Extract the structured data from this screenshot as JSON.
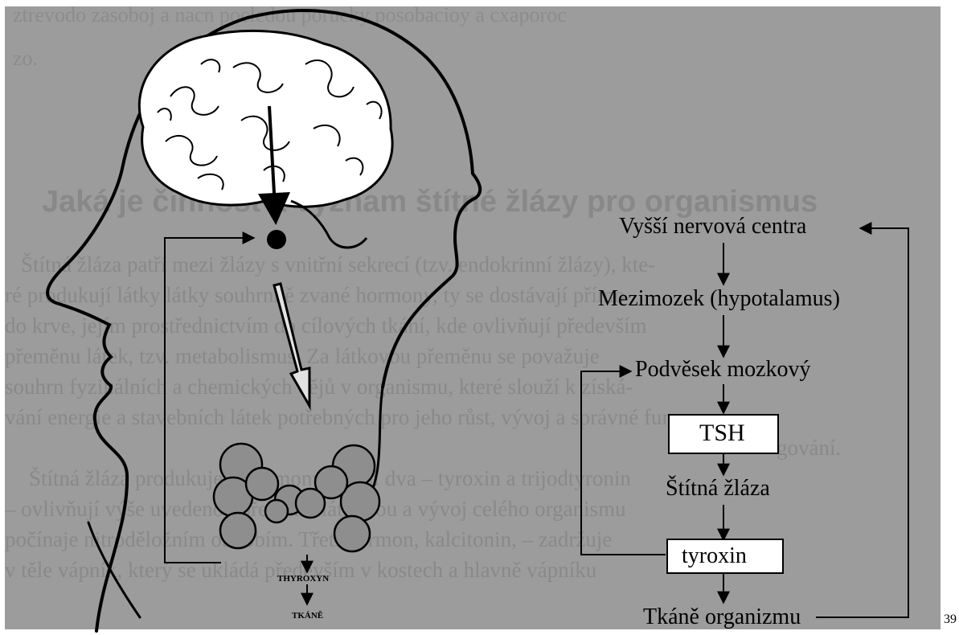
{
  "page_number": "39",
  "background_text": {
    "heading": "Jaká je činnost a význam štítné žlázy pro organismus",
    "top_lines": [
      "ztrevodo zasoboj a nacn pocledou porucky posobacioy a cxaporoc",
      "zo."
    ],
    "paragraph": [
      "Štítná žláza patří mezi žlázy s vnitřní sekrecí (tzv. endokrinní žlázy), kte-",
      "ré produkují látky látky souhrnně zvané hormony, ty se dostávají přímo",
      "do krve, jejím prostřednictvím do cílových tkání, kde ovlivňují především",
      "přeměnu látek, tzv. metabolismus. Za látkovou přeměnu se považuje",
      "souhrn fyzikálních a chemických dějů v organismu, které slouží k získá-",
      "vání energie a stavebních látek potřebných pro jeho růst, vývoj a správné fun-",
      "gování.",
      "Štítná žláza produkuje 3 hormony. První dva – tyroxin a trijodtyronin",
      "– ovlivňují výše uvedenou přeměnu látkovou a vývoj celého organismu",
      "počínaje nitroděložním obdobím. Třetí hormon, kalcitonin, – zadržuje",
      "v těle vápník, který se ukládá především v kostech a hlavně vápníku"
    ]
  },
  "diagram": {
    "flow_labels": {
      "higher_centers": "Vyšší nervová centra",
      "hypothalamus": "Mezimozek (hypotalamus)",
      "pituitary": "Podvěsek mozkový",
      "tsh": "TSH",
      "thyroid": "Štítná žláza",
      "thyroxine": "tyroxin",
      "tissues": "Tkáně organizmu"
    },
    "illustration_labels": {
      "thyroxyn": "THYROXYN",
      "tkane": "TKÁNĚ"
    }
  }
}
